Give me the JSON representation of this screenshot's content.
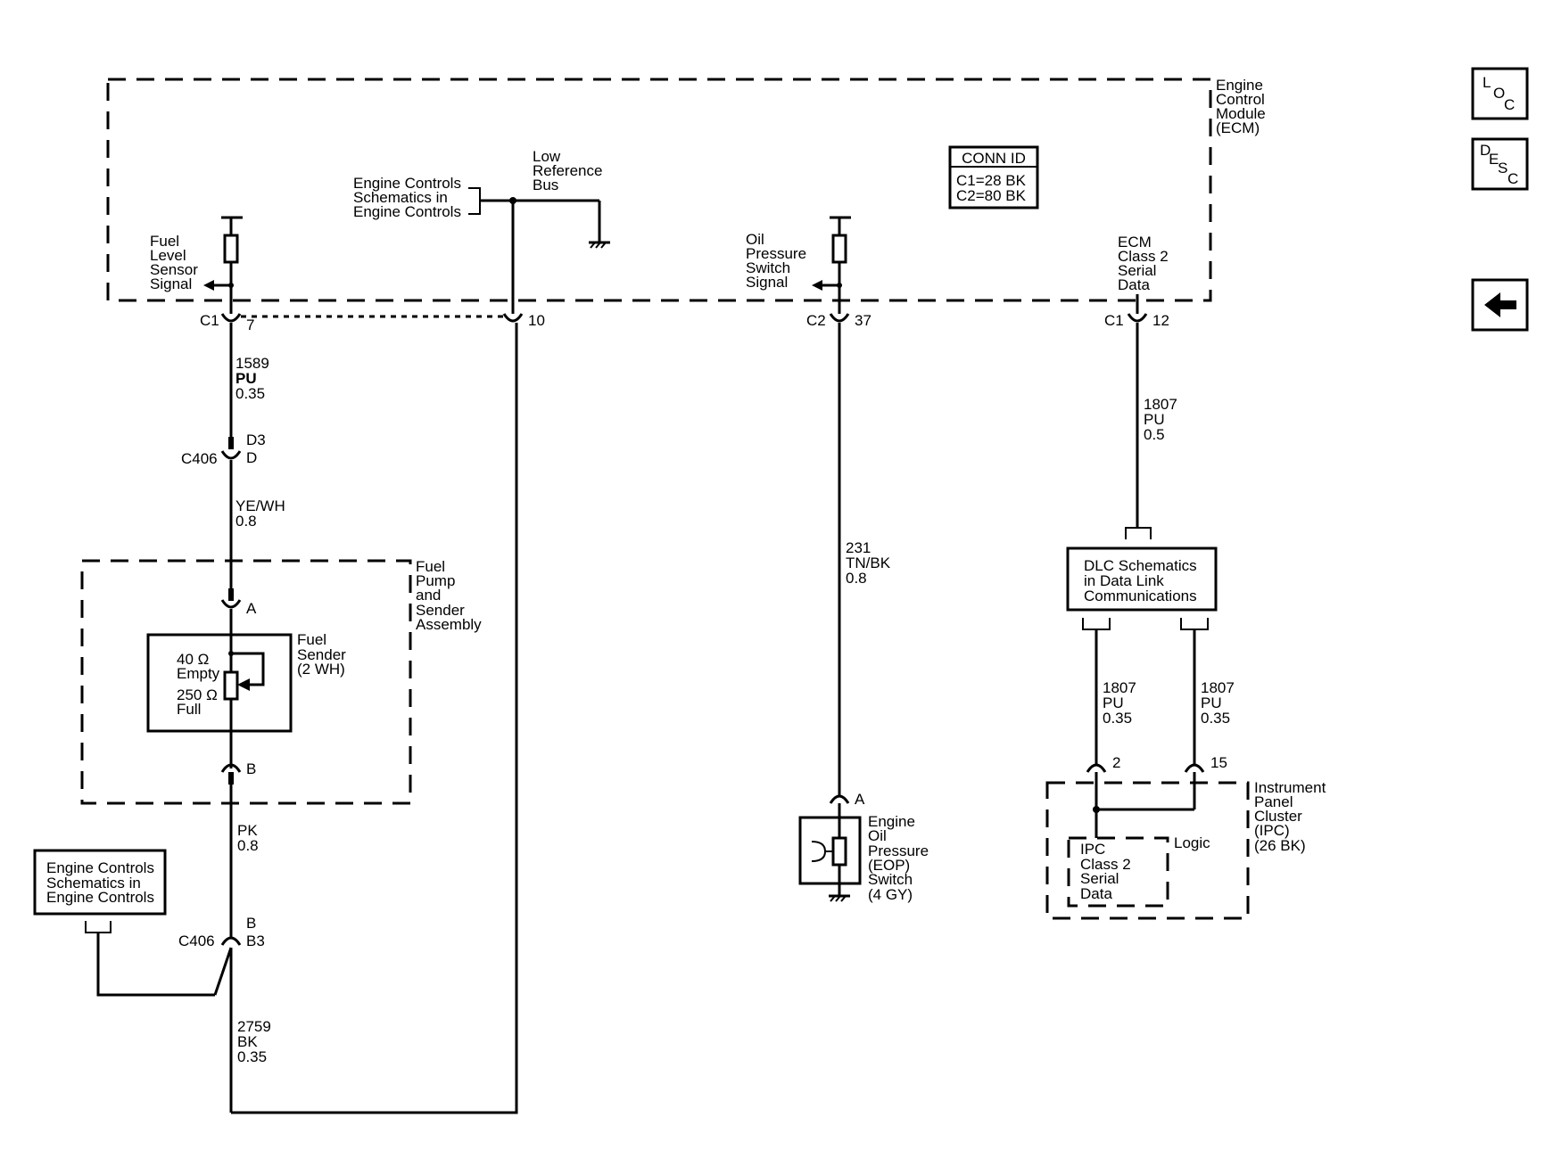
{
  "ecm": {
    "title_lines": [
      "Engine",
      "Control",
      "Module",
      "(ECM)"
    ],
    "conn_id": {
      "header": "CONN ID",
      "lines": [
        "C1=28 BK",
        "C2=80 BK"
      ]
    },
    "fuel_level_lines": [
      "Fuel",
      "Level",
      "Sensor",
      "Signal"
    ],
    "engine_controls_lines": [
      "Engine Controls",
      "Schematics in",
      "Engine Controls"
    ],
    "low_ref_lines": [
      "Low",
      "Reference",
      "Bus"
    ],
    "oil_pressure_lines": [
      "Oil",
      "Pressure",
      "Switch",
      "Signal"
    ],
    "class2_lines": [
      "ECM",
      "Class 2",
      "Serial",
      "Data"
    ]
  },
  "connectors": {
    "c1_7": {
      "conn": "C1",
      "pin": "7"
    },
    "c1_10": {
      "pin": "10"
    },
    "c2_37": {
      "conn": "C2",
      "pin": "37"
    },
    "c1_12": {
      "conn": "C1",
      "pin": "12"
    },
    "c406_d": {
      "conn": "C406",
      "pin_top": "D3",
      "pin_bottom": "D"
    },
    "c406_b": {
      "conn": "C406",
      "pin_top": "B",
      "pin_bottom": "B3"
    },
    "fuel_a": "A",
    "fuel_b": "B",
    "eop_a": "A",
    "ipc_2": "2",
    "ipc_15": "15"
  },
  "wires": {
    "w1589": [
      "1589",
      "PU",
      "0.35"
    ],
    "w_yewh": [
      "YE/WH",
      "0.8"
    ],
    "w_pk": [
      "PK",
      "0.8"
    ],
    "w2759": [
      "2759",
      "BK",
      "0.35"
    ],
    "w231": [
      "231",
      "TN/BK",
      "0.8"
    ],
    "w1807_top": [
      "1807",
      "PU",
      "0.5"
    ],
    "w1807_left": [
      "1807",
      "PU",
      "0.35"
    ],
    "w1807_right": [
      "1807",
      "PU",
      "0.35"
    ]
  },
  "fuel_pump": {
    "title_lines": [
      "Fuel",
      "Pump",
      "and",
      "Sender",
      "Assembly"
    ],
    "sender_lines": [
      "Fuel",
      "Sender",
      "(2 WH)"
    ],
    "empty_value": "40 Ω",
    "empty_label": "Empty",
    "full_value": "250 Ω",
    "full_label": "Full"
  },
  "engine_controls_bottom_lines": [
    "Engine Controls",
    "Schematics in",
    "Engine Controls"
  ],
  "eop": {
    "lines": [
      "Engine",
      "Oil",
      "Pressure",
      "(EOP)",
      "Switch",
      "(4 GY)"
    ]
  },
  "dlc": {
    "lines": [
      "DLC Schematics",
      "in Data Link",
      "Communications"
    ]
  },
  "ipc": {
    "title_lines": [
      "Instrument",
      "Panel",
      "Cluster",
      "(IPC)",
      "(26 BK)"
    ],
    "logic_label": "Logic",
    "data_lines": [
      "IPC",
      "Class 2",
      "Serial",
      "Data"
    ]
  },
  "nav": {
    "loc": [
      "L",
      "O",
      "C"
    ],
    "desc": [
      "D",
      "E",
      "S",
      "C"
    ],
    "back_icon": "left-arrow-icon"
  }
}
